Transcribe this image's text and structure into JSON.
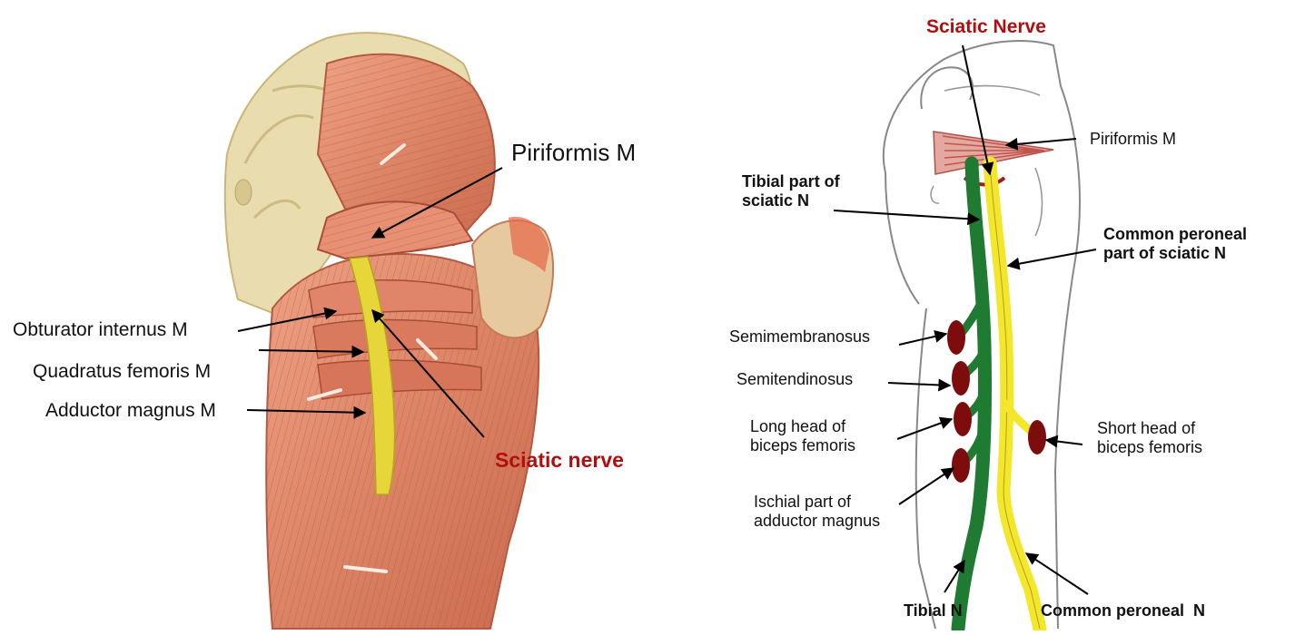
{
  "left_figure": {
    "labels": {
      "piriformis": "Piriformis M",
      "obturator_internus": "Obturator internus M",
      "quadratus_femoris": "Quadratus femoris M",
      "adductor_magnus": "Adductor magnus M",
      "sciatic_nerve": "Sciatic nerve"
    }
  },
  "right_figure": {
    "labels": {
      "sciatic_nerve": "Sciatic Nerve",
      "piriformis": "Piriformis M",
      "tibial_part": "Tibial part of\nsciatic N",
      "common_peroneal_part": "Common peroneal\npart of sciatic N",
      "semimembranosus": "Semimembranosus",
      "semitendinosus": "Semitendinosus",
      "long_head_biceps": "Long head of\nbiceps femoris",
      "ischial_adductor": "Ischial part of\nadductor magnus",
      "short_head_biceps": "Short head of\nbiceps femoris",
      "tibial_n": "Tibial N",
      "common_peroneal_n": "Common peroneal  N"
    }
  },
  "colors": {
    "muscle": "#e08a6a",
    "muscle_dark": "#b95a40",
    "bone": "#e6d6a8",
    "nerve_yellow": "#f4e62a",
    "nerve_green": "#1f7a32",
    "muscle_oval": "#7d0d0d",
    "label_red": "#b10f0f"
  }
}
